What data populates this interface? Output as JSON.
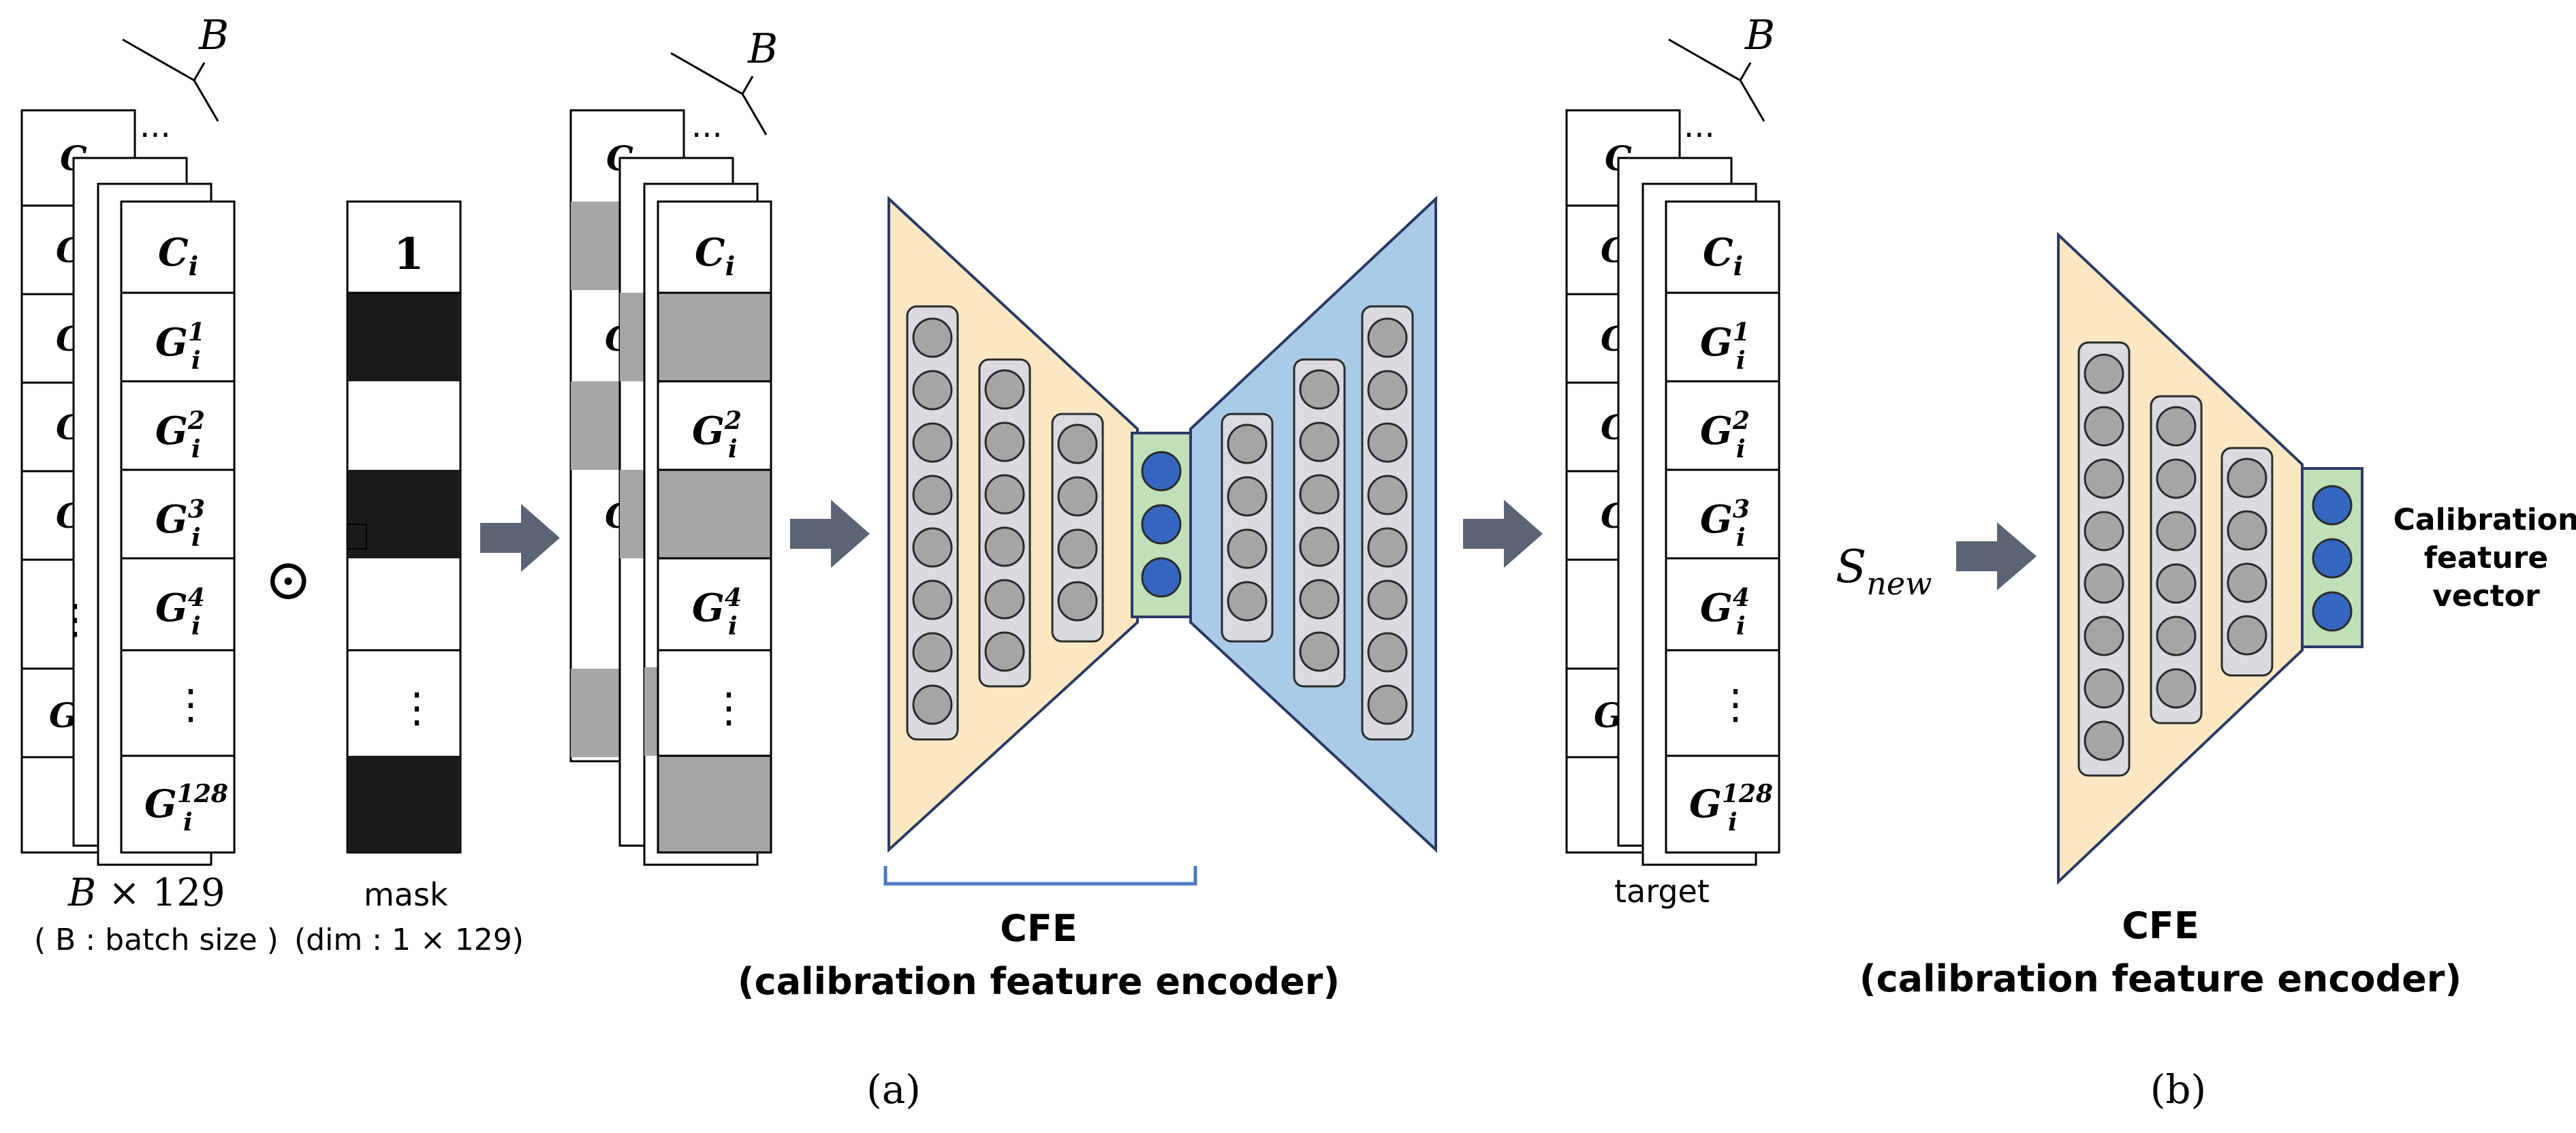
{
  "panel_a": {
    "batch_label": "B",
    "ellipsis": "···",
    "dim_label_var": "B",
    "dim_label_rest": " × 129",
    "dim_caption": "( B : batch size )",
    "hadamard_symbol": "⊙",
    "mask_top": "1",
    "mask_label": "mask",
    "mask_caption": "(dim : 1 × 129)",
    "target_label": "target",
    "cfe_title": "CFE",
    "cfe_subtitle": "(calibration feature encoder)",
    "caption": "(a)",
    "back_letter_c": "C",
    "back_letter_g": "G"
  },
  "panel_b": {
    "input_label": "S",
    "input_sub": "new",
    "output_label_1": "Calibration",
    "output_label_2": "feature",
    "output_label_3": "vector",
    "cfe_title": "CFE",
    "cfe_subtitle": "(calibration feature encoder)",
    "caption": "(b)"
  },
  "vector_cells": {
    "c_base": "C",
    "c_sub": "i",
    "g_base": "G",
    "g_sub": "i",
    "sup_1": "1",
    "sup_2": "2",
    "sup_3": "3",
    "sup_4": "4",
    "sup_128": "128",
    "vdots": "⋮"
  },
  "colors": {
    "encoder_fill": "#fbe8c2",
    "decoder_fill": "#a9cbe8",
    "latent_fill": "#bfe0b8",
    "node_gray": "#a5a5a8",
    "node_blue": "#3567c0",
    "column_fill": "#d9dbe0",
    "masked_cell": "#a6a6a6",
    "mask_black": "#1a1a1a",
    "arrow": "#5b6474",
    "bracket_blue": "#4a78c0"
  }
}
